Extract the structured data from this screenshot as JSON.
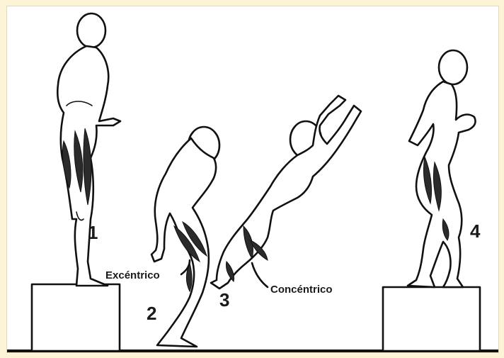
{
  "diagram": {
    "steps": [
      {
        "id": "1",
        "label": "1"
      },
      {
        "id": "2",
        "label": "2"
      },
      {
        "id": "3",
        "label": "3"
      },
      {
        "id": "4",
        "label": "4"
      }
    ],
    "annotations": {
      "eccentric": "Excéntrico",
      "concentric": "Concéntrico"
    },
    "colors": {
      "background": "#fdf3d6",
      "panel": "#ffffff",
      "ink": "#111111"
    }
  }
}
